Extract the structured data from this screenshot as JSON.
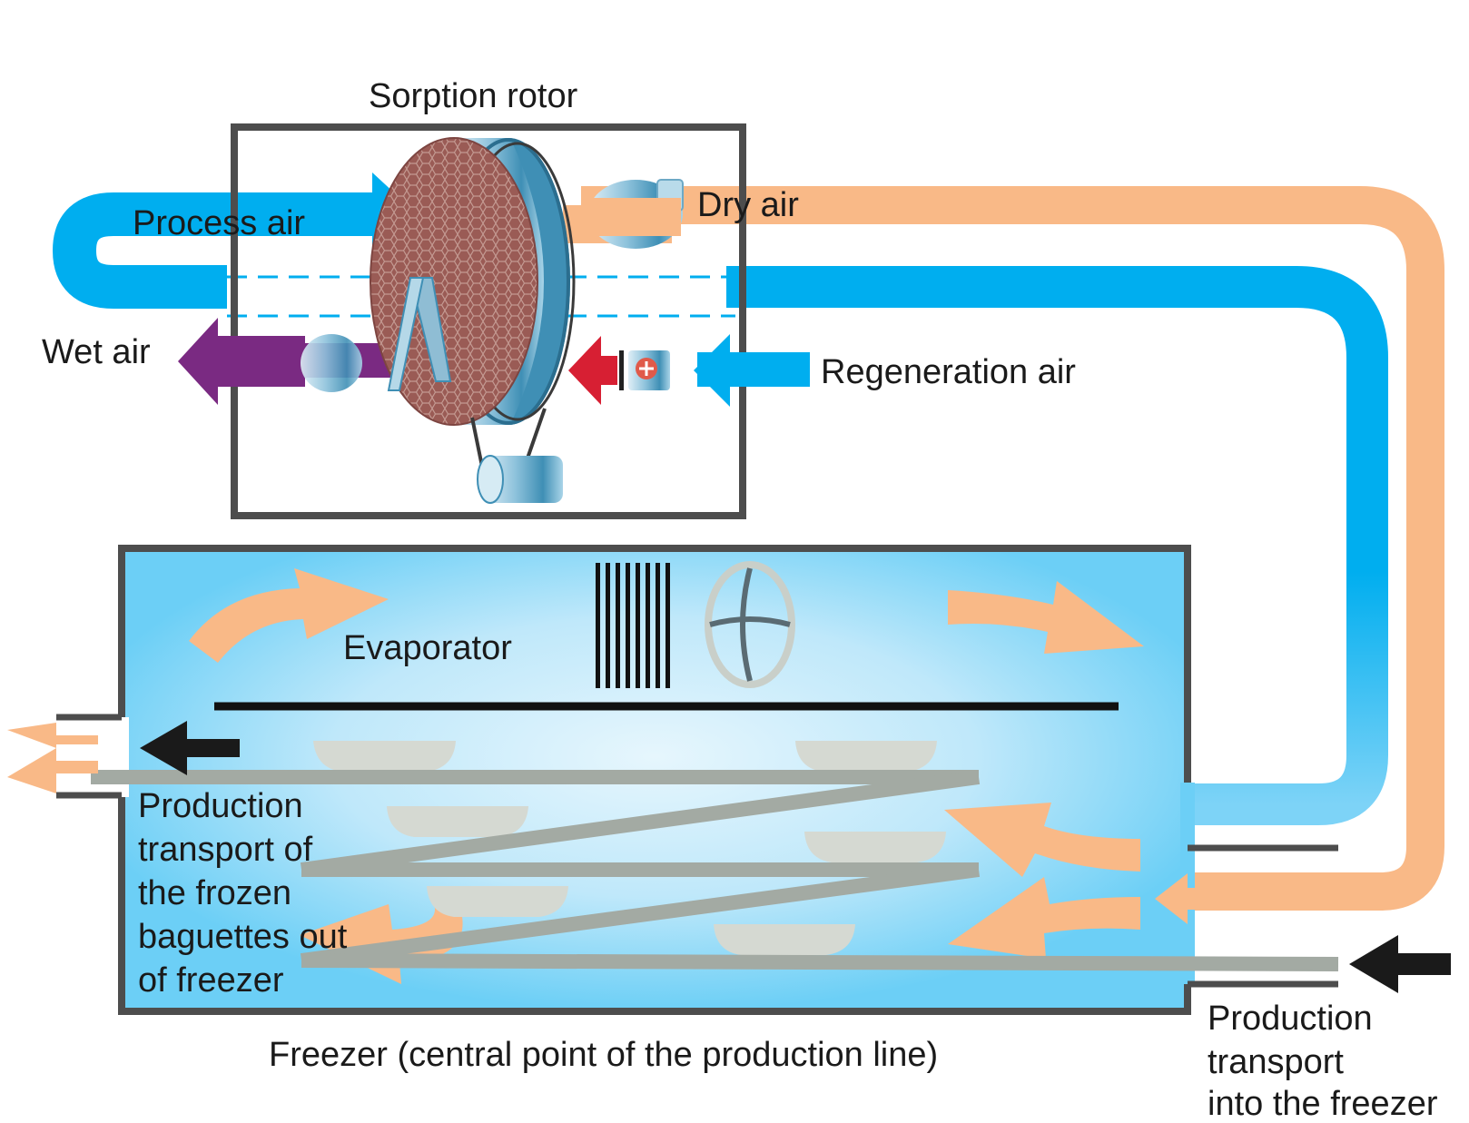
{
  "labels": {
    "sorption_rotor": "Sorption rotor",
    "process_air": "Process air",
    "dry_air": "Dry air",
    "wet_air": "Wet air",
    "regeneration_air": "Regeneration air",
    "evaporator": "Evaporator",
    "out_transport": [
      "Production",
      "transport of",
      "the frozen",
      "baguettes out",
      "of freezer"
    ],
    "freezer": "Freezer (central point of the production line)",
    "in_transport": [
      "Production",
      "transport",
      "into the freezer"
    ]
  },
  "colors": {
    "process_air": "#00aeef",
    "dry_air": "#f9b987",
    "wet_air": "#7a2a82",
    "heater": "#d71f33",
    "freezer_fill": "#6ccff6",
    "frame": "#4d4d4d",
    "conveyor": "#a3aaa3"
  }
}
